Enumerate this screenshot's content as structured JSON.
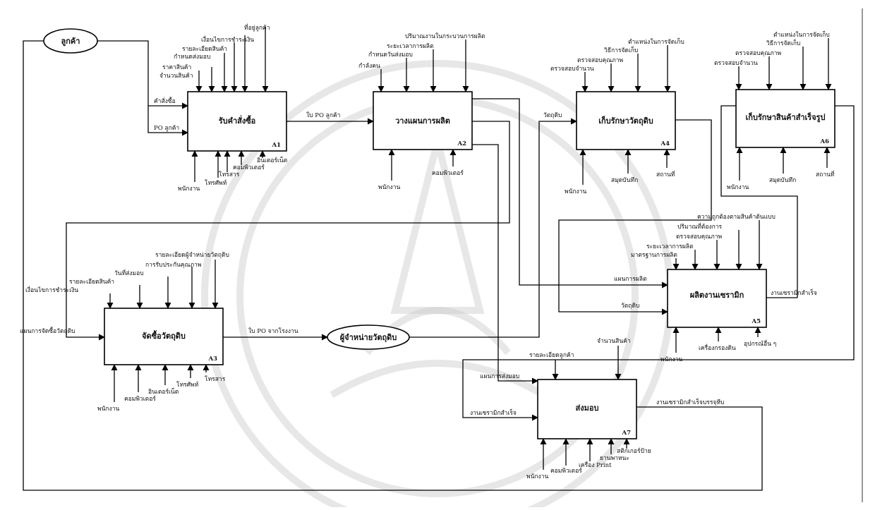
{
  "boxes": {
    "A1": {
      "title": "รับคำสั่งซื้อ",
      "id": "A1"
    },
    "A2": {
      "title": "วางแผนการผลิต",
      "id": "A2"
    },
    "A3": {
      "title": "จัดซื้อวัตถุดิบ",
      "id": "A3"
    },
    "A4": {
      "title": "เก็บรักษาวัตถุดิบ",
      "id": "A4"
    },
    "A5": {
      "title": "ผลิตงานเซรามิก",
      "id": "A5"
    },
    "A6": {
      "title": "เก็บรักษาสินค้าสำเร็จรูป",
      "id": "A6"
    },
    "A7": {
      "title": "ส่งมอบ",
      "id": "A7"
    }
  },
  "externals": {
    "customer": "ลูกค้า",
    "supplier": "ผู้จำหน่ายวัตถุดิบ"
  },
  "labels": {
    "a1_in_order": "คำสั่งซื้อ",
    "a1_in_po": "PO ลูกค้า",
    "a1_c1": "จำนวนสินค้า",
    "a1_c2": "ราคาสินค้า",
    "a1_c3": "กำหนดส่งมอบ",
    "a1_c4": "รายละเอียดสินค้า",
    "a1_c5": "เงื่อนไขการชำระเงิน",
    "a1_c6": "ที่อยู่ลูกค้า",
    "a1_m1": "พนักงาน",
    "a1_m2": "โทรศัพท์",
    "a1_m3": "โทรสาร",
    "a1_m4": "คอมพิวเตอร์",
    "a1_m5": "อินเตอร์เน็ต",
    "a1_out_po": "ใบ PO ลูกค้า",
    "a2_c1": "กำลังคน",
    "a2_c2": "กำหนดวันส่งมอบ",
    "a2_c3": "ระยะเวลาการผลิต",
    "a2_c4": "ปริมาณงานในกระบวนการผลิต",
    "a2_m1": "พนักงาน",
    "a2_m2": "คอมพิวเตอร์",
    "a4_in": "วัตถุดิบ",
    "a4_c1": "ตรวจสอบจำนวน",
    "a4_c2": "ตรวจสอบคุณภาพ",
    "a4_c3": "วิธีการจัดเก็บ",
    "a4_c4": "ตำแหน่งในการจัดเก็บ",
    "a4_m1": "พนักงาน",
    "a4_m2": "สมุดบันทึก",
    "a4_m3": "สถานที่",
    "a6_c1": "ตรวจสอบจำนวน",
    "a6_c2": "ตรวจสอบคุณภาพ",
    "a6_c3": "วิธีการจัดเก็บ",
    "a6_c4": "ตำแหน่งในการจัดเก็บ",
    "a6_m1": "พนักงาน",
    "a6_m2": "สมุดบันทึก",
    "a6_m3": "สถานที่",
    "a3_in": "แผนการจัดซื้อวัตถุดิบ",
    "a3_c1": "เงื่อนไขการชำระเงิน",
    "a3_c2": "รายละเอียดสินค้า",
    "a3_c3": "วันที่ส่งมอบ",
    "a3_c4": "การรับประกันคุณภาพ",
    "a3_c5": "รายละเอียดผู้จำหน่ายวัตถุดิบ",
    "a3_m1": "พนักงาน",
    "a3_m2": "คอมพิวเตอร์",
    "a3_m3": "อินเตอร์เน็ต",
    "a3_m4": "โทรศัพท์",
    "a3_m5": "โทรสาร",
    "a3_out": "ใบ PO จากโรงงาน",
    "a5_in1": "แผนการผลิต",
    "a5_in2": "วัตถุดิบ",
    "a5_c1": "มาตรฐานการผลิต",
    "a5_c2": "ระยะเวลาการผลิต",
    "a5_c3": "ตรวจสอบคุณภาพ",
    "a5_c4": "ปริมาณที่ต้องการ",
    "a5_c5": "ความถูกต้องตามสินค้าต้นแบบ",
    "a5_out": "งานเซรามิกสำเร็จ",
    "a5_m1": "พนักงาน",
    "a5_m2": "เครื่องกรองดิน",
    "a5_m3": "อุปกรณ์อื่น ๆ",
    "a7_in1": "แผนการส่งมอบ",
    "a7_in2": "งานเซรามิกสำเร็จ",
    "a7_c1": "รายละเอียดลูกค้า",
    "a7_c2": "จำนวนสินค้า",
    "a7_out": "งานเซรามิกสำเร็จบรรจุหีบ",
    "a7_m1": "พนักงาน",
    "a7_m2": "คอมพิวเตอร์",
    "a7_m3": "เครื่อง Print",
    "a7_m4": "ยานพาหนะ",
    "a7_m5": "สติกเกอร์ป้าย"
  }
}
